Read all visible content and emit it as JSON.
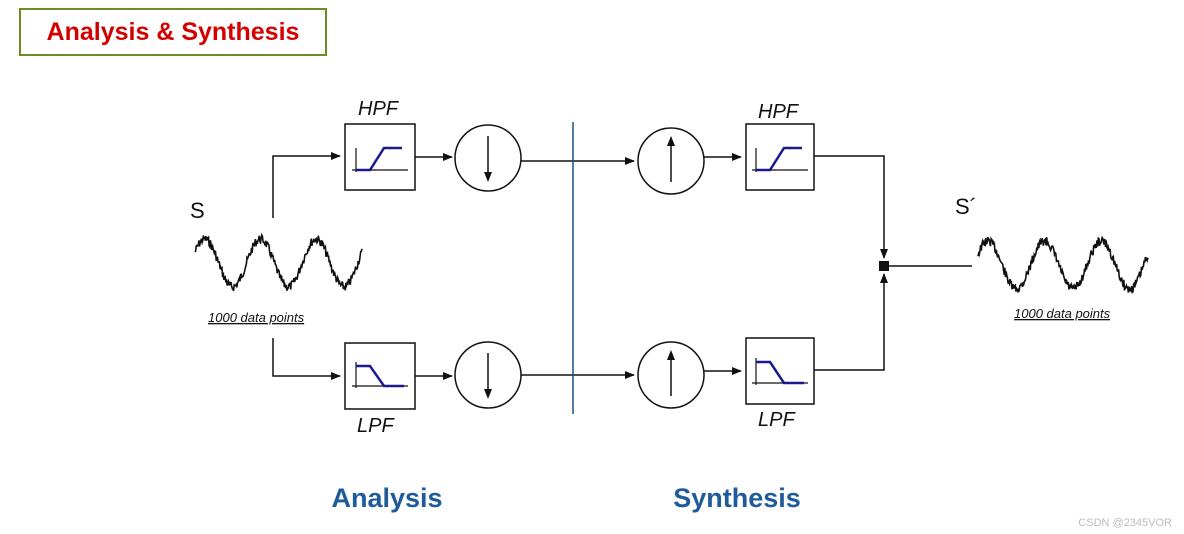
{
  "title": "Analysis & Synthesis",
  "signal": {
    "input_label": "S",
    "output_label": "S´",
    "caption": "1000 data points"
  },
  "filters": {
    "hpf": "HPF",
    "lpf": "LPF"
  },
  "sections": {
    "analysis": "Analysis",
    "synthesis": "Synthesis"
  },
  "icons": {
    "downsample": "arrow-down-circle-icon",
    "upsample": "arrow-up-circle-icon",
    "highpass": "highpass-response-icon",
    "lowpass": "lowpass-response-icon",
    "adder": "summing-junction-icon"
  },
  "colors": {
    "title_text": "#d40000",
    "title_border": "#6b8e23",
    "section_text": "#1f5b9b",
    "divider": "#1f4e8c",
    "filter_curve": "#1a1a8c"
  },
  "watermark": "CSDN @2345VOR"
}
